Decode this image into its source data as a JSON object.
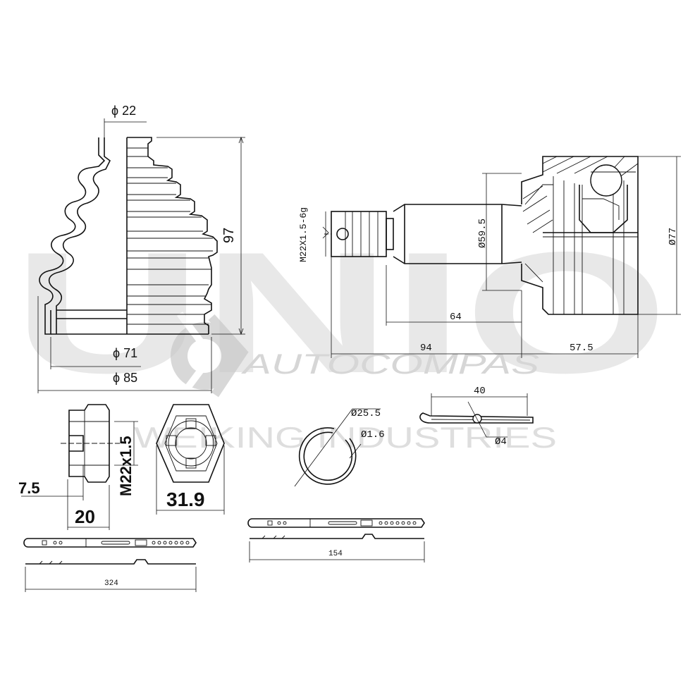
{
  "watermark": {
    "brand_big": "UNIO",
    "sub": "WEIKING INDUSTRIES",
    "logo": "AUTOCOMPAS",
    "color": "#d8d8d8"
  },
  "boot": {
    "phi22": "ϕ 22",
    "height97": "97",
    "phi71": "ϕ 71",
    "phi85": "ϕ 85"
  },
  "joint": {
    "thread": "M22X1.5-6g",
    "d59": "Ø59.5",
    "d77": "Ø77",
    "len64": "64",
    "len94": "94",
    "len57": "57.5"
  },
  "nut": {
    "w75": "7.5",
    "w20": "20",
    "thread": "M22x1.5",
    "hex319": "31.9"
  },
  "ring": {
    "d255": "Ø25.5",
    "d16": "Ø1.6"
  },
  "pin": {
    "len40": "40",
    "d4": "Ø4"
  },
  "clamps": {
    "big": "324",
    "small": "154"
  }
}
